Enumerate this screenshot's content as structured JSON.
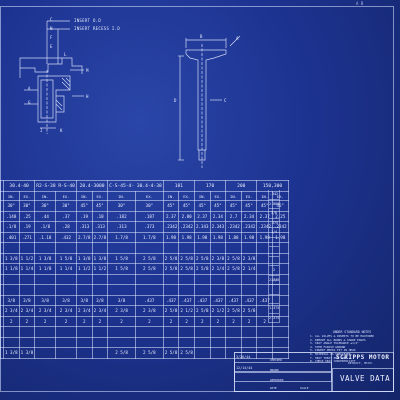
{
  "corner_text": "A  B",
  "callouts": {
    "insert_od": "INSERT O.D",
    "insert_recess": "INSERT RECESS I.D",
    "labels_left": [
      "C",
      "N",
      "F",
      "E",
      "L",
      "M",
      "H",
      "A",
      "G",
      "J",
      "K"
    ],
    "labels_right": [
      "B",
      "A",
      "D",
      "C"
    ]
  },
  "table": {
    "headers": [
      "",
      "30.4-40",
      "R2-S-38\nR-S-40",
      "20.4-3000",
      "C-S-45-4-\n30.4-4-38",
      "181",
      "170",
      "200",
      "150,300"
    ],
    "subheaders": [
      "",
      "IN.",
      "EX.",
      "IN.",
      "EX.",
      "IN.",
      "EX.",
      "IN.",
      "EX.",
      "IN.",
      "EX.",
      "IN.",
      "EX.",
      "IN.",
      "EX.",
      "IN.",
      "EX."
    ],
    "rows": [
      [
        "",
        "30°",
        "30°",
        "30°",
        "30°",
        "45°",
        "45°",
        "30°",
        "30°",
        "45°",
        "45°",
        "45°",
        "45°",
        "45°",
        "45°",
        "45°",
        "45°"
      ],
      [
        "",
        ".148",
        ".25",
        ".44",
        ".37",
        ".19",
        ".18",
        ".182",
        ".187",
        "2.37",
        "2.80",
        "2.37",
        "2.34",
        "2.7",
        "2.34",
        "2.37",
        "2.25"
      ],
      [
        "",
        ".1/8",
        ".19",
        ".1/8",
        ".28",
        ".313",
        ".313",
        ".313",
        ".373",
        ".2342",
        ".2342",
        "2.343",
        "2.343",
        ".2342",
        ".2342",
        ".2342",
        ".2342"
      ],
      [
        "",
        ".401",
        ".271",
        ".1.18",
        ".432",
        "2.7/8",
        "2.7/8",
        "1.7/8",
        "1.7/8",
        "1.98",
        "1.98",
        "1.98",
        "1.98",
        "1.88",
        "1.98",
        "1.98",
        "1.98"
      ],
      [
        "",
        "",
        "",
        "",
        "",
        "",
        "",
        "",
        "",
        "",
        "",
        "",
        "",
        "",
        "",
        "",
        ""
      ],
      [
        "",
        "1 3/8",
        "1 1/2",
        "1 3/8",
        "1 5/8",
        "1 3/8",
        "1 3/8",
        "1 5/8",
        "2 5/8",
        "2 5/8",
        "2 5/8",
        "2 5/8",
        "2 3/8",
        "2 5/8",
        "2 3/8",
        "",
        ""
      ],
      [
        "",
        "1 1/8",
        "1 1/4",
        "1 1/8",
        "1 1/4",
        "1 1/2",
        "1 1/2",
        "1 5/8",
        "2 5/8",
        "2 5/8",
        "2 5/8",
        "2 5/8",
        "2 1/4",
        "2 5/8",
        "2 1/4",
        "",
        ""
      ],
      [
        "",
        "",
        "",
        "",
        "",
        "",
        "",
        "",
        "",
        "",
        "",
        "",
        "",
        "",
        "",
        "",
        ""
      ],
      [
        "",
        "",
        "",
        "",
        "",
        "",
        "",
        "",
        "",
        "",
        "",
        "",
        "",
        "",
        "",
        "",
        ""
      ],
      [
        "",
        "3/8",
        "3/8",
        "3/8",
        "3/8",
        "3/8",
        "3/8",
        "3/8",
        ".437",
        ".437",
        ".437",
        ".437",
        ".437",
        ".437",
        ".437",
        ".437",
        ""
      ],
      [
        "",
        "2 3/4",
        "2 3/4",
        "2 3/4",
        "2 3/4",
        "2 3/4",
        "2 3/4",
        "2 3/8",
        "2 3/8",
        "2 5/8",
        "2 1/2",
        "2 5/8",
        "2 1/2",
        "2 5/8",
        "2 5/8",
        "",
        ""
      ],
      [
        "",
        "2",
        "2",
        "2",
        "2",
        "2",
        "2",
        "2",
        "2",
        "2",
        "2",
        "2",
        "2",
        "2",
        "2",
        "2",
        ""
      ],
      [
        "",
        "",
        "",
        "",
        "",
        "",
        "",
        "",
        "",
        "",
        "",
        "",
        "",
        "",
        "",
        "",
        ""
      ],
      [
        "",
        "",
        "",
        "",
        "",
        "",
        "",
        "",
        "",
        "",
        "",
        "",
        "",
        "",
        "",
        "",
        ""
      ],
      [
        "",
        "1 3/8",
        "1 3/8",
        "",
        "",
        "",
        "",
        "2 5/8",
        "2 5/8",
        "2 5/8",
        "2 5/8",
        "",
        "",
        "",
        "",
        "",
        ""
      ]
    ]
  },
  "side_column": [
    ".342",
    "2.800",
    "3/8",
    ".375",
    "1/4",
    "",
    "",
    "",
    "2 1/4",
    "2.5/8",
    "",
    "",
    "1.375",
    "2.375"
  ],
  "notes": {
    "heading": "UNDER STANDARD NOTES",
    "lines": [
      "1. ALL VALVES & INSERTS TO BE MACHINED",
      "2. REMOVE ALL BURRS & SHARP EDGES",
      "3. SEAT ANGLE TOLERANCE ±1/4°",
      "4. STEM FINISH GROUND",
      "5. INSERT PRESS FIT IN HEAD",
      "6. MATERIAL AS SPECIFIED",
      "7. HEAT TREAT PER SPEC",
      "8. CHECK SEAT CONCENTRICITY"
    ]
  },
  "title_block": {
    "company": "SCRIPPS MOTOR",
    "division": "DETROIT, MICH.",
    "title": "VALVE DATA",
    "left_fields": [
      "CHECKED",
      "DRAWN",
      "APPROVED",
      "DATE",
      "SCALE"
    ],
    "rev_entries": [
      "3/26/44",
      "12/14/44"
    ]
  },
  "colors": {
    "paper": "#1d3391",
    "ink": "#dfe6ff"
  }
}
